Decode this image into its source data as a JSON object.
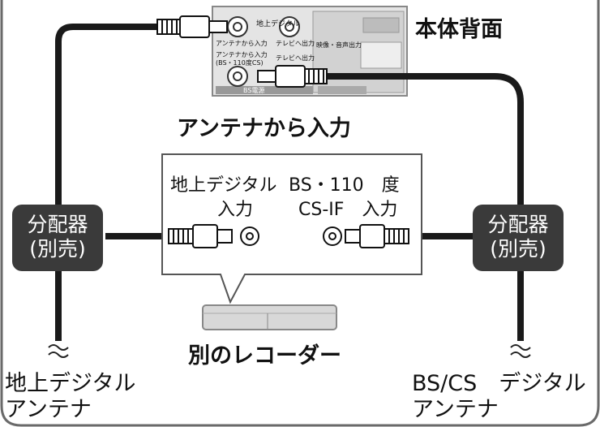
{
  "header": {
    "back_panel_title": "本体背面",
    "antenna_input_caption": "アンテナから入力"
  },
  "back_panel": {
    "label_terrestrial_small": "地上デジタル",
    "label_antenna_in_1": "アンテナから入力",
    "label_tv_out_1": "テレビへ出力",
    "label_antenna_in_2": "アンテナから入力",
    "label_bs_sub": "(BS・110度CS)",
    "label_tv_out_2": "テレビへ出力",
    "label_bs_feed": "BS電源",
    "label_ext": "映像・音声出力"
  },
  "recorder_box": {
    "terrestrial_label_line1": "地上デジタル",
    "terrestrial_label_line2": "入力",
    "bs_label_line1": "BS・110　度",
    "bs_label_line2": "CS-IF　入力",
    "device_caption": "別のレコーダー"
  },
  "splitters": {
    "left_line1": "分配器",
    "left_line2": "(別売)",
    "right_line1": "分配器",
    "right_line2": "(別売)"
  },
  "antennas": {
    "left_line1": "地上デジタル",
    "left_line2": "アンテナ",
    "right_line1": "BS/CS　デジタル",
    "right_line2": "アンテナ"
  },
  "colors": {
    "cable": "#1a1a1a",
    "splitter_fill": "#3a3a3a",
    "panel_fill": "#e4e4e4",
    "frame": "#6a6a6a"
  }
}
